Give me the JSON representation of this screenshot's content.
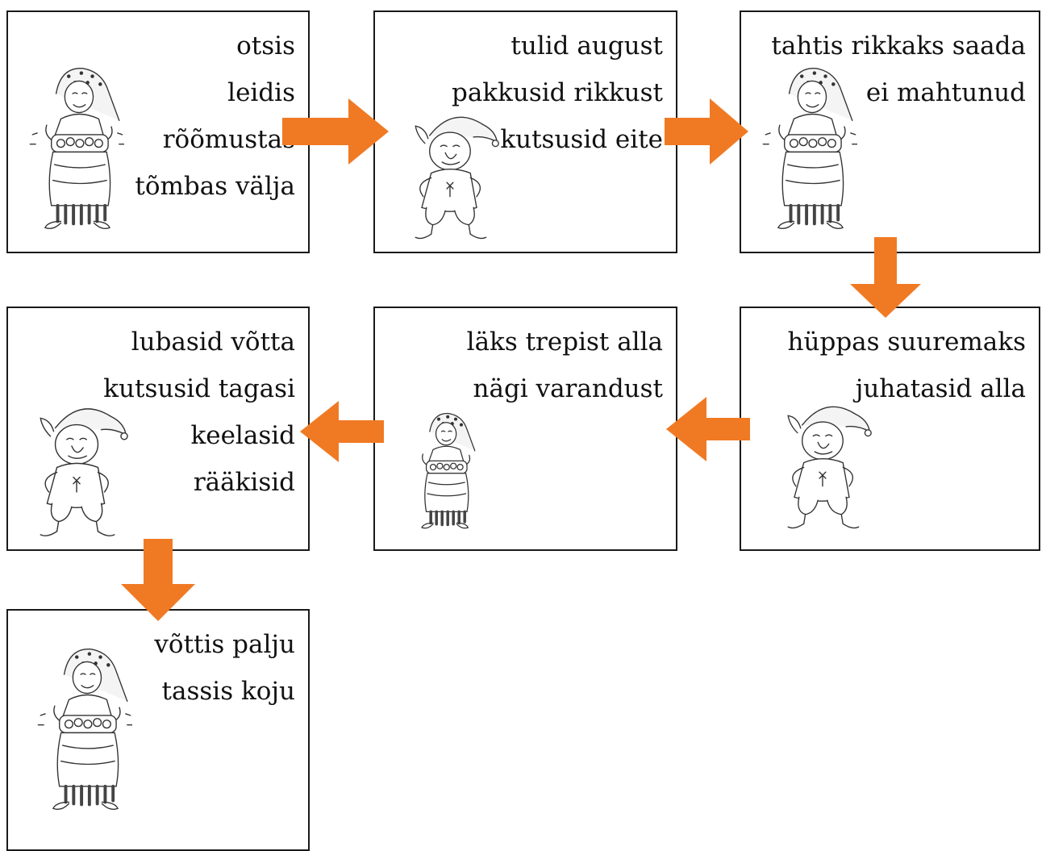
{
  "colors": {
    "arrow": "#f07a24",
    "border": "#1a1a1a",
    "text": "#111111"
  },
  "boxes": [
    {
      "character": "old-woman-icon",
      "lines": [
        "otsis",
        "leidis",
        "rõõmustas",
        "tõmbas välja"
      ]
    },
    {
      "character": "goblin-icon",
      "lines": [
        "tulid august",
        "pakkusid rikkust",
        "kutsusid eite"
      ]
    },
    {
      "character": "old-woman-icon",
      "lines": [
        "tahtis rikkaks saada",
        "ei mahtunud"
      ]
    },
    {
      "character": "goblin-icon",
      "lines": [
        "hüppas suuremaks",
        "juhatasid alla"
      ]
    },
    {
      "character": "old-woman-icon",
      "lines": [
        "läks trepist alla",
        "nägi varandust"
      ]
    },
    {
      "character": "goblin-icon",
      "lines": [
        "lubasid võtta",
        "kutsusid tagasi",
        "keelasid",
        "rääkisid"
      ]
    },
    {
      "character": "old-woman-icon",
      "lines": [
        "võttis palju",
        "tassis koju"
      ]
    }
  ],
  "arrows": [
    {
      "from": 1,
      "to": 2,
      "direction": "right"
    },
    {
      "from": 2,
      "to": 3,
      "direction": "right"
    },
    {
      "from": 3,
      "to": 4,
      "direction": "down"
    },
    {
      "from": 4,
      "to": 5,
      "direction": "left"
    },
    {
      "from": 5,
      "to": 6,
      "direction": "left"
    },
    {
      "from": 6,
      "to": 7,
      "direction": "down"
    }
  ]
}
